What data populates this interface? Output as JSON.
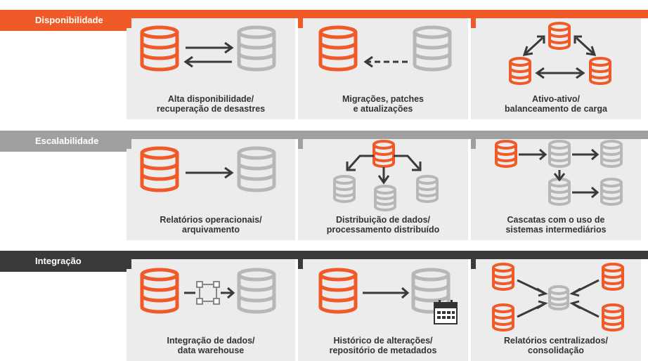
{
  "colors": {
    "orange": "#f05a28",
    "gray_db": "#b7b7b7",
    "dark": "#3a3a3a",
    "mid_gray": "#a0a0a0",
    "panel_bg": "#ececec"
  },
  "sections": [
    {
      "label": "Disponibilidade",
      "color": "#f05a28",
      "panels": [
        {
          "caption": [
            "Alta disponibilidade/",
            "recuperação de desastres"
          ],
          "diagram": "bidirectional"
        },
        {
          "caption": [
            "Migrações, patches",
            "e atualizações"
          ],
          "diagram": "migration"
        },
        {
          "caption": [
            "Ativo-ativo/",
            "balanceamento de carga"
          ],
          "diagram": "triangle"
        }
      ]
    },
    {
      "label": "Escalabilidade",
      "color": "#a0a0a0",
      "panels": [
        {
          "caption": [
            "Relatórios operacionais/",
            "arquivamento"
          ],
          "diagram": "one-way"
        },
        {
          "caption": [
            "Distribuição de dados/",
            "processamento distribuído"
          ],
          "diagram": "distribution"
        },
        {
          "caption": [
            "Cascatas com o uso de",
            "sistemas intermediários"
          ],
          "diagram": "cascade"
        }
      ]
    },
    {
      "label": "Integração",
      "color": "#3a3a3a",
      "panels": [
        {
          "caption": [
            "Integração de dados/",
            "data warehouse"
          ],
          "diagram": "integration"
        },
        {
          "caption": [
            "Histórico de alterações/",
            "repositório de metadados"
          ],
          "diagram": "history"
        },
        {
          "caption": [
            "Relatórios centralizados/",
            "consolidação"
          ],
          "diagram": "consolidation"
        }
      ]
    }
  ]
}
